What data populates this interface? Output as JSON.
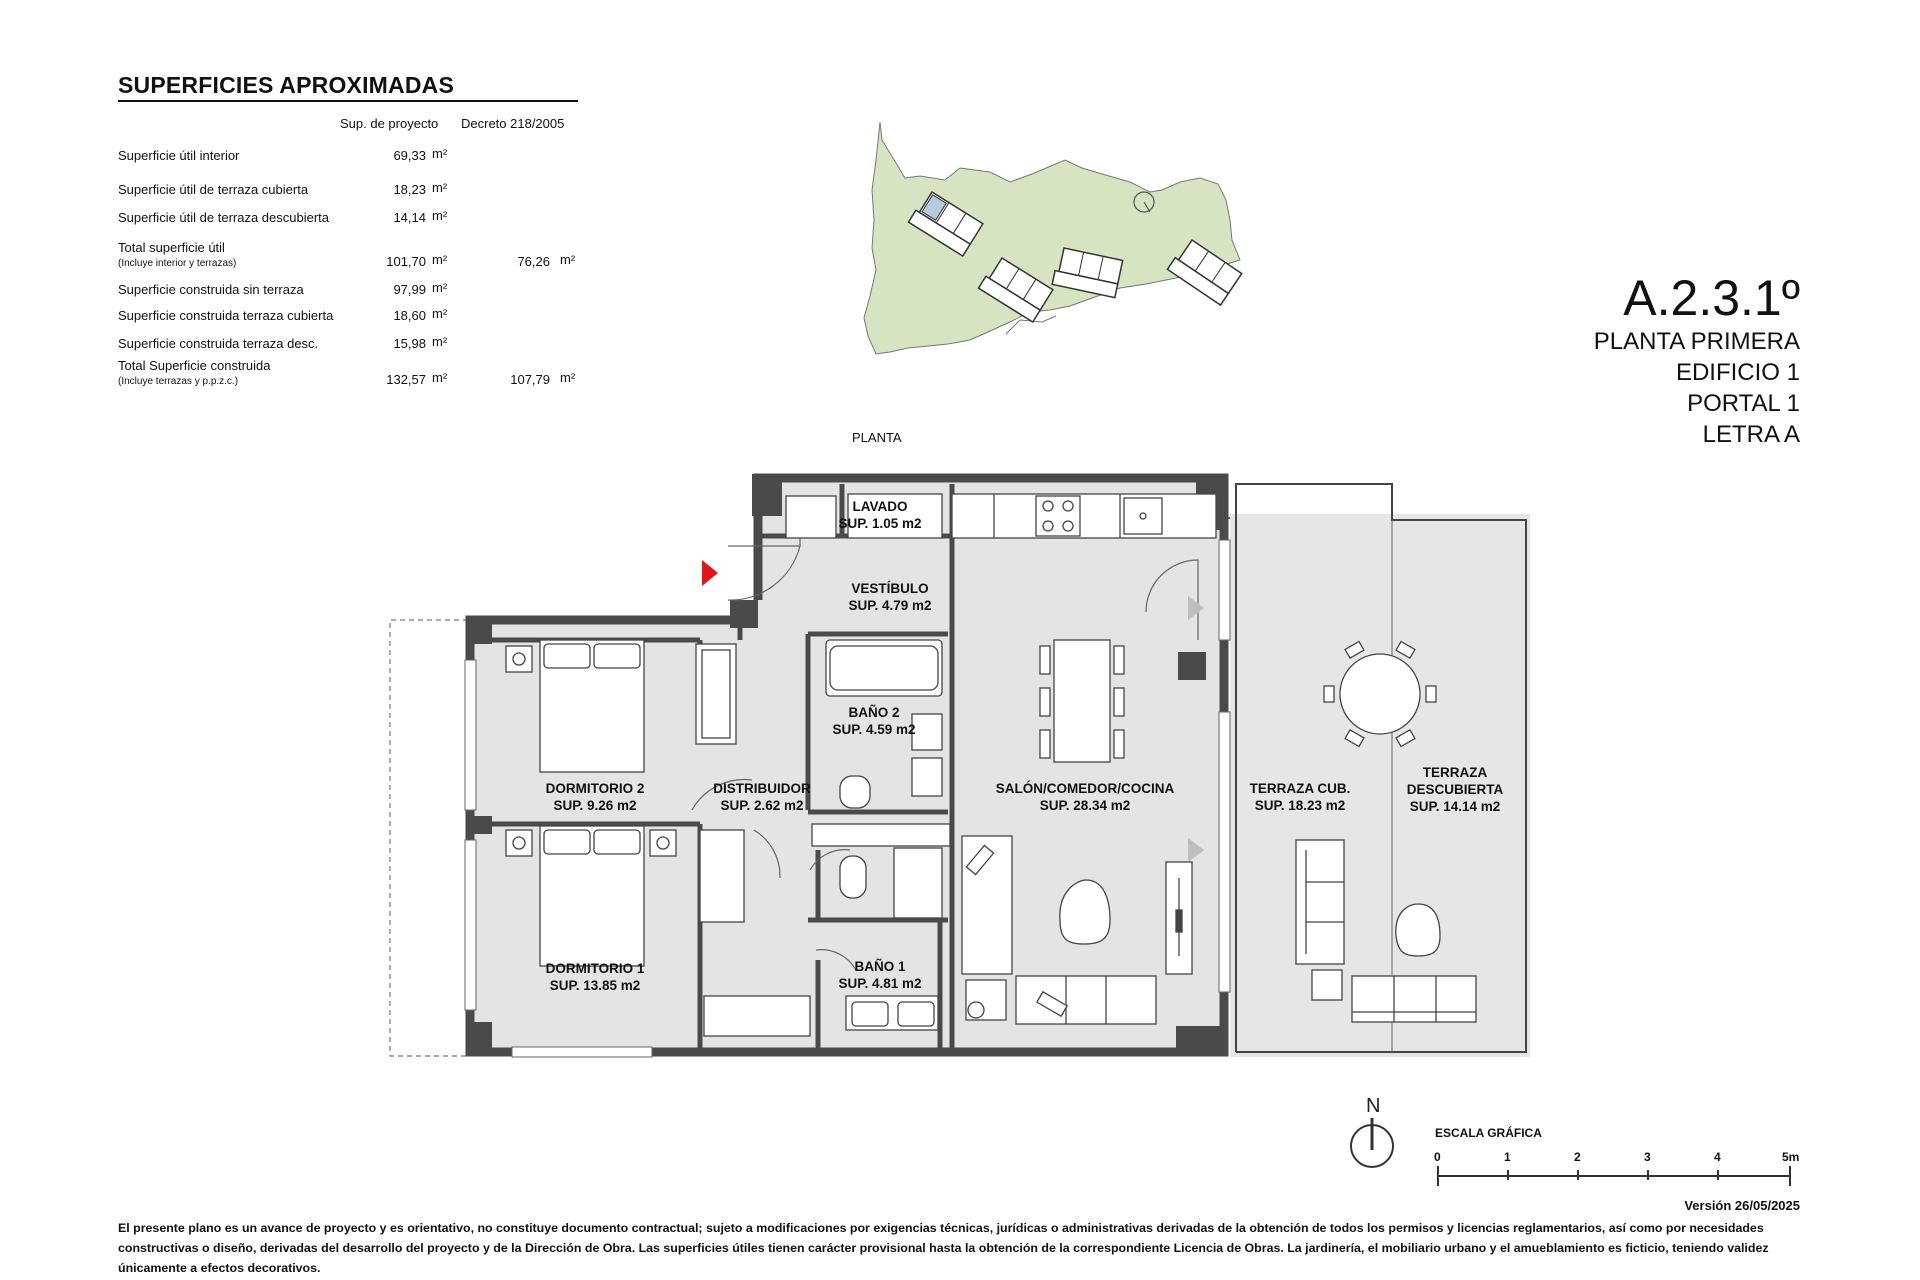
{
  "areas": {
    "title": "SUPERFICIES APROXIMADAS",
    "col_project": "Sup. de proyecto",
    "col_decree": "Decreto 218/2005",
    "unit": "m²",
    "rows": [
      {
        "label": "Superficie útil interior",
        "sub": "",
        "project": "69,33",
        "decree": ""
      },
      {
        "label": "Superficie útil de terraza cubierta",
        "sub": "",
        "project": "18,23",
        "decree": ""
      },
      {
        "label": "Superficie útil de terraza descubierta",
        "sub": "",
        "project": "14,14",
        "decree": ""
      },
      {
        "label": "Total superficie útil",
        "sub": "(Incluye interior y terrazas)",
        "project": "101,70",
        "decree": "76,26"
      },
      {
        "label": "Superficie construida sin terraza",
        "sub": "",
        "project": "97,99",
        "decree": ""
      },
      {
        "label": "Superficie construida terraza cubierta",
        "sub": "",
        "project": "18,60",
        "decree": ""
      },
      {
        "label": "Superficie construida terraza desc.",
        "sub": "",
        "project": "15,98",
        "decree": ""
      },
      {
        "label": "Total Superficie construida",
        "sub": "(Incluye terrazas y p.p.z.c.)",
        "project": "132,57",
        "decree": "107,79"
      }
    ]
  },
  "apartment": {
    "code": "A.2.3.1º",
    "floor": "PLANTA PRIMERA",
    "building": "EDIFICIO 1",
    "portal": "PORTAL  1",
    "letter": "LETRA A"
  },
  "plan_label": "PLANTA",
  "rooms": [
    {
      "name": "LAVADO",
      "area": "SUP. 1.05 m2"
    },
    {
      "name": "VESTÍBULO",
      "area": "SUP. 4.79 m2"
    },
    {
      "name": "BAÑO 2",
      "area": "SUP. 4.59 m2"
    },
    {
      "name": "DORMITORIO 2",
      "area": "SUP. 9.26 m2"
    },
    {
      "name": "DISTRIBUIDOR",
      "area": "SUP. 2.62 m2"
    },
    {
      "name": "SALÓN/COMEDOR/COCINA",
      "area": "SUP. 28.34 m2"
    },
    {
      "name": "TERRAZA CUB.",
      "area": "SUP. 18.23 m2"
    },
    {
      "name": "TERRAZA DESCUBIERTA",
      "area": "SUP. 14.14 m2"
    },
    {
      "name": "DORMITORIO 1",
      "area": "SUP. 13.85 m2"
    },
    {
      "name": "BAÑO 1",
      "area": "SUP. 4.81 m2"
    }
  ],
  "north_label": "N",
  "scale": {
    "title": "ESCALA GRÁFICA",
    "ticks": [
      "0",
      "1",
      "2",
      "3",
      "4",
      "5m"
    ]
  },
  "version": "Versión 26/05/2025",
  "disclaimer": "El presente plano es un avance de proyecto y es orientativo, no constituye documento contractual; sujeto a modificaciones por exigencias técnicas, jurídicas o administrativas derivadas de la obtención de todos los permisos y licencias reglamentarios, así como por necesidades constructivas o diseño, derivadas del desarrollo del proyecto y de la Dirección de Obra. Las superficies útiles tienen carácter provisional hasta la obtención de la correspondiente Licencia de Obras. La jardinería, el mobiliario urbano y el amueblamiento es ficticio, teniendo validez únicamente a efectos decorativos.",
  "colors": {
    "wall": "#555555",
    "floor": "#e4e4e4",
    "site": "#d6e4c2",
    "entry_arrow": "#e0161b"
  }
}
